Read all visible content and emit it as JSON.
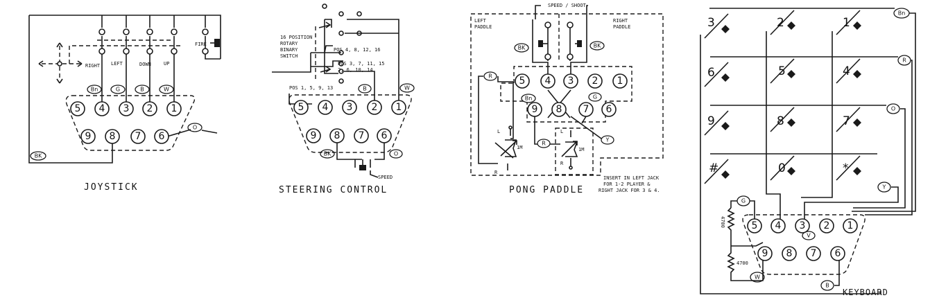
{
  "captions": {
    "joystick": "JOYSTICK",
    "steering": "STEERING CONTROL",
    "pong": "PONG PADDLE",
    "keyboard": "KEYBOARD"
  },
  "joystick": {
    "directions": [
      "RIGHT",
      "LEFT",
      "DOWN",
      "UP"
    ],
    "fire": "FIRE",
    "wire_tags": [
      "Bn",
      "G",
      "B",
      "W",
      "O",
      "BK"
    ],
    "pins_top": [
      "5",
      "4",
      "3",
      "2",
      "1"
    ],
    "pins_bottom": [
      "9",
      "8",
      "7",
      "6"
    ]
  },
  "steering": {
    "switch_note": [
      "16 POSITION",
      "ROTARY",
      "BINARY",
      "SWITCH"
    ],
    "positions": [
      "POS 4, 8, 12, 16",
      "POS 3, 7, 11, 15",
      "2, 6, 10, 14",
      "POS 1, 5, 9, 13"
    ],
    "wire_tags": [
      "B",
      "W",
      "O",
      "BK"
    ],
    "speed": "SPEED",
    "pins_top": [
      "5",
      "4",
      "3",
      "2",
      "1"
    ],
    "pins_bottom": [
      "9",
      "8",
      "7",
      "6"
    ]
  },
  "pong": {
    "left_label": [
      "LEFT",
      "PADDLE"
    ],
    "right_label": [
      "RIGHT",
      "PADDLE"
    ],
    "speed_shoot": "SPEED / SHOOT",
    "wire_tags": [
      "BK",
      "BK",
      "R",
      "Bn",
      "G",
      "R",
      "Y"
    ],
    "pot_labels": [
      "L",
      "1M",
      "R",
      "L",
      "R",
      "1M"
    ],
    "pins_top": [
      "5",
      "4",
      "3",
      "2",
      "1"
    ],
    "pins_bottom": [
      "9",
      "8",
      "7",
      "6"
    ],
    "note": [
      "INSERT IN LEFT JACK",
      "FOR 1-2 PLAYER &",
      "RIGHT JACK FOR 3 & 4."
    ]
  },
  "keyboard": {
    "keys": [
      "3",
      "2",
      "1",
      "6",
      "5",
      "4",
      "9",
      "8",
      "7",
      "#",
      "0",
      "*"
    ],
    "wire_tags": [
      "Bn",
      "R",
      "O",
      "Y",
      "G",
      "V",
      "W",
      "B"
    ],
    "resistors": [
      "4700",
      "4700"
    ],
    "pins_top": [
      "5",
      "4",
      "3",
      "2",
      "1"
    ],
    "pins_bottom": [
      "9",
      "8",
      "7",
      "6"
    ]
  }
}
